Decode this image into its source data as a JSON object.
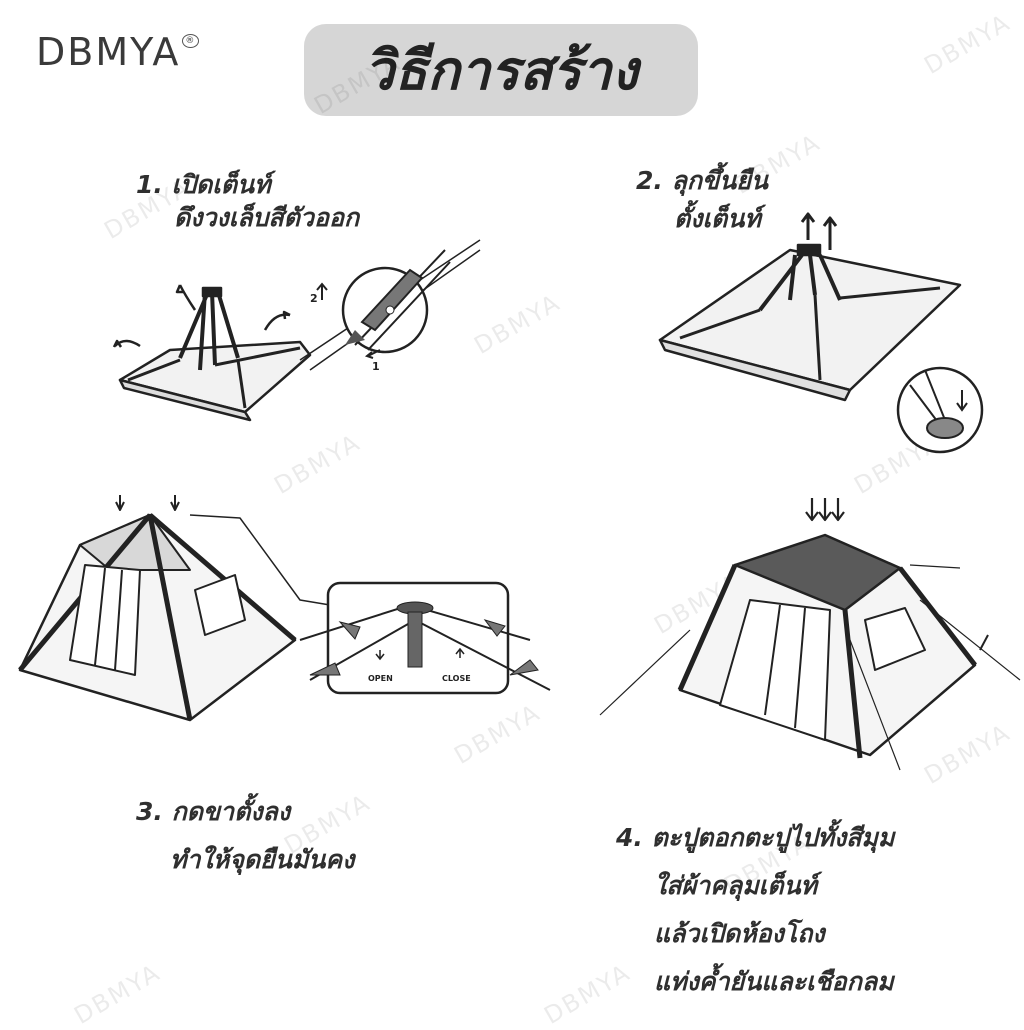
{
  "brand": {
    "name": "DBMYA"
  },
  "title": "วิธีการสร้าง",
  "steps": [
    {
      "lines": [
        "1. เปิดเต็นท์",
        "ดึงวงเล็บสีตัวออก"
      ],
      "callout_labels": [
        "2",
        "1"
      ]
    },
    {
      "lines": [
        "2. ลุกขึ้นยืน",
        "ตั้งเต็นท์"
      ]
    },
    {
      "lines": [
        "3. กดขาตั้งลง",
        "ทำให้จุดยืนมันคง"
      ],
      "callout_labels": [
        "OPEN",
        "CLOSE"
      ]
    },
    {
      "lines": [
        "4. ตะปูตอกตะปูไปทั้งสีมุม",
        "ใส่ผ้าคลุมเต็นท์",
        "แล้วเปิดห้องโถง",
        "แท่งค้ำยันและเชือกลม"
      ]
    }
  ],
  "watermark": "DBMYA",
  "colors": {
    "ink": "#2b2b2b",
    "pill": "#d6d6d6",
    "tent_roof": "#5a5a5a"
  }
}
